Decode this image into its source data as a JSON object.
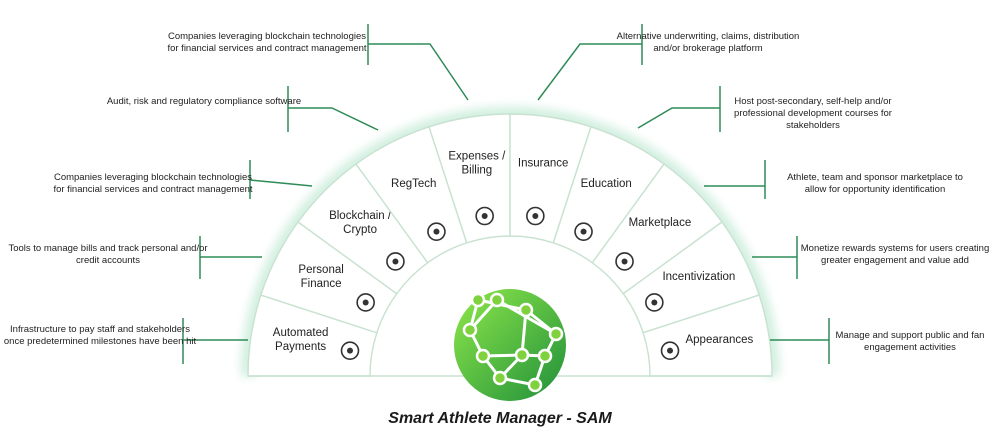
{
  "title": "Smart Athlete Manager - SAM",
  "colors": {
    "line": "#2e8b57",
    "segment_border": "#c8e2d0",
    "glow": "#cfeede",
    "logo_light": "#8fe84a",
    "logo_dark": "#1f8f3a",
    "text": "#222222"
  },
  "segments": [
    {
      "id": "automated-payments",
      "lines": [
        "Automated",
        "Payments"
      ],
      "icon": "dollar-refresh-icon"
    },
    {
      "id": "personal-finance",
      "lines": [
        "Personal",
        "Finance"
      ],
      "icon": "bitcoin-icon"
    },
    {
      "id": "blockchain-crypto",
      "lines": [
        "Blockchain /",
        "Crypto"
      ],
      "icon": "coins-hand-icon"
    },
    {
      "id": "regtech",
      "lines": [
        "RegTech"
      ],
      "icon": "gavel-icon"
    },
    {
      "id": "expenses-billing",
      "lines": [
        "Expenses /",
        "Billing"
      ],
      "icon": "money-bag-icon"
    },
    {
      "id": "insurance",
      "lines": [
        "Insurance"
      ],
      "icon": "shield-icon"
    },
    {
      "id": "education",
      "lines": [
        "Education"
      ],
      "icon": "graduation-cap-icon"
    },
    {
      "id": "marketplace",
      "lines": [
        "Marketplace"
      ],
      "icon": "storefront-icon"
    },
    {
      "id": "incentivization",
      "lines": [
        "Incentivization"
      ],
      "icon": "trophy-icon"
    },
    {
      "id": "appearances",
      "lines": [
        "Appearances"
      ],
      "icon": "badge-icon"
    }
  ],
  "callouts": {
    "left": [
      "Companies leveraging blockchain technologies for financial services and contract management",
      "Audit, risk and regulatory compliance software",
      "Companies leveraging blockchain technologies for financial services and contract management",
      "Tools to manage bills and track personal and/or credit accounts",
      "Infrastructure to pay staff and stakeholders once predetermined milestones have been hit"
    ],
    "right": [
      "Alternative underwriting, claims, distribution and/or brokerage platform",
      "Host post-secondary, self-help and/or professional development courses for stakeholders",
      "Athlete, team and sponsor marketplace to allow for opportunity identification",
      "Monetize rewards systems for users creating greater engagement and value add",
      "Manage and support public and fan engagement activities"
    ]
  }
}
